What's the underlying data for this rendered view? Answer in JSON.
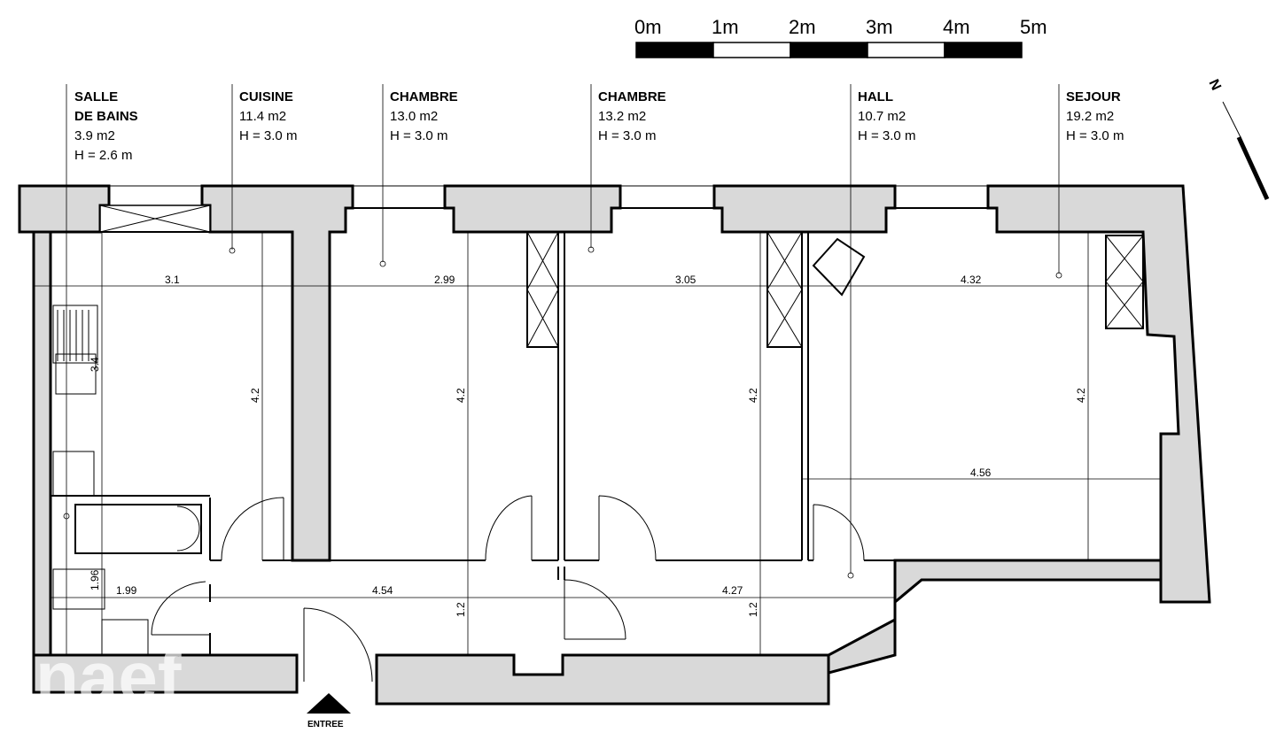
{
  "scale_bar": {
    "labels": [
      "0m",
      "1m",
      "2m",
      "3m",
      "4m",
      "5m"
    ]
  },
  "north": {
    "label": "N"
  },
  "rooms": [
    {
      "name_lines": [
        "SALLE",
        "DE BAINS"
      ],
      "area": "3.9 m2",
      "height": "H = 2.6 m"
    },
    {
      "name_lines": [
        "CUISINE"
      ],
      "area": "11.4 m2",
      "height": "H = 3.0 m"
    },
    {
      "name_lines": [
        "CHAMBRE"
      ],
      "area": "13.0 m2",
      "height": "H = 3.0 m"
    },
    {
      "name_lines": [
        "CHAMBRE"
      ],
      "area": "13.2 m2",
      "height": "H = 3.0 m"
    },
    {
      "name_lines": [
        "HALL"
      ],
      "area": "10.7 m2",
      "height": "H = 3.0 m"
    },
    {
      "name_lines": [
        "SEJOUR"
      ],
      "area": "19.2 m2",
      "height": "H = 3.0 m"
    }
  ],
  "dimensions": {
    "kitchen_width": "3.1",
    "room1_width": "2.99",
    "room2_width": "3.05",
    "sejour_width": "4.32",
    "sejour_lower_width": "4.56",
    "kitchen_depth": "4.2",
    "room1_depth": "4.2",
    "room2_depth": "4.2",
    "sejour_depth": "4.2",
    "bath_length": "3.4",
    "bath_small": "1.96",
    "bath_width": "1.99",
    "corridor_left": "4.54",
    "corridor_right": "4.27",
    "corridor_depth_1": "1.2",
    "corridor_depth_2": "1.2"
  },
  "entrance": {
    "label": "ENTREE"
  },
  "watermark": "naef"
}
